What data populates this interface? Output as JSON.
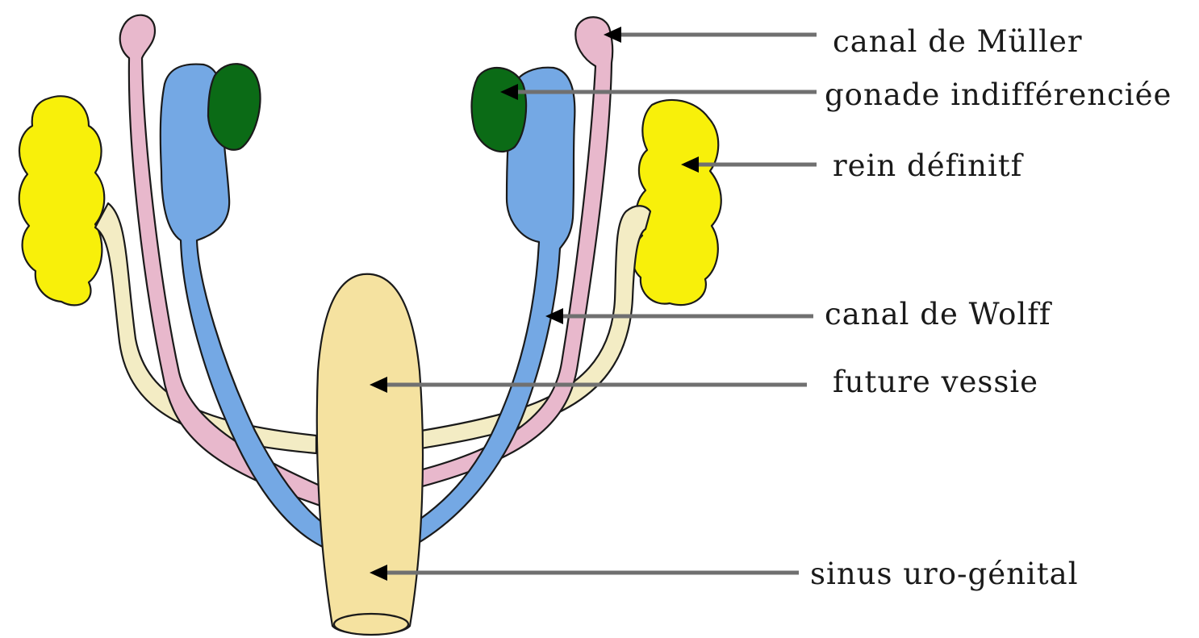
{
  "labels": {
    "mullerian_duct": "canal de Müller",
    "indifferent_gonad": "gonade indifférenciée",
    "definitive_kidney": "rein définitf",
    "wolffian_duct": "canal de Wolff",
    "future_bladder": "future vessie",
    "urogenital_sinus": "sinus uro-génital"
  },
  "colors": {
    "mullerian_duct": "#e8b8cc",
    "gonad": "#0b6b16",
    "wolffian_duct_and_epididymis": "#74a8e4",
    "kidney": "#f8f00a",
    "ureter": "#f3ecc4",
    "bladder_and_sinus": "#f5e2a0",
    "leader_line": "#707070"
  }
}
